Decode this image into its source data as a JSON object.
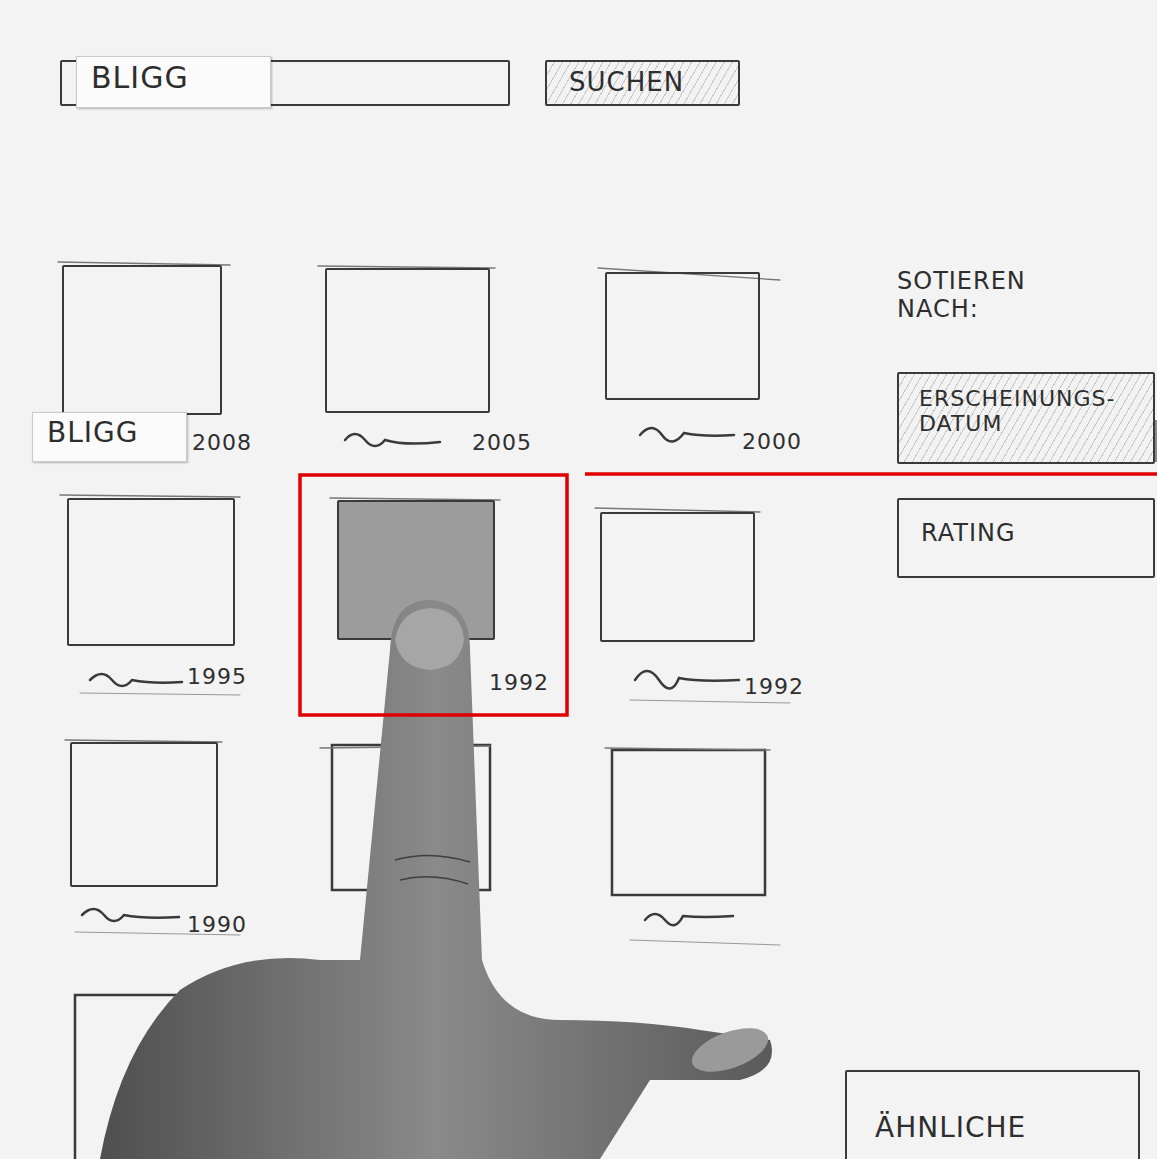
{
  "diagram": {
    "nodes": [
      {
        "text": [
          "BLIGG"
        ]
      },
      {
        "text": [
          "SUCHEN"
        ]
      },
      {
        "text": [
          "BLIGG",
          "2008"
        ]
      },
      {
        "text": [
          "2005"
        ]
      },
      {
        "text": [
          "2000"
        ]
      },
      {
        "text": [
          "1995"
        ]
      },
      {
        "text": [
          "1992"
        ]
      },
      {
        "text": [
          "1992"
        ]
      },
      {
        "text": [
          "1990"
        ]
      },
      {
        "text": [
          "ERSCHEINUNGS- DATUM"
        ]
      },
      {
        "text": [
          "RATING"
        ]
      },
      {
        "text": [
          "ÄHNLICHE"
        ]
      }
    ],
    "labels": [
      "SOTIEREN NACH:"
    ]
  }
}
